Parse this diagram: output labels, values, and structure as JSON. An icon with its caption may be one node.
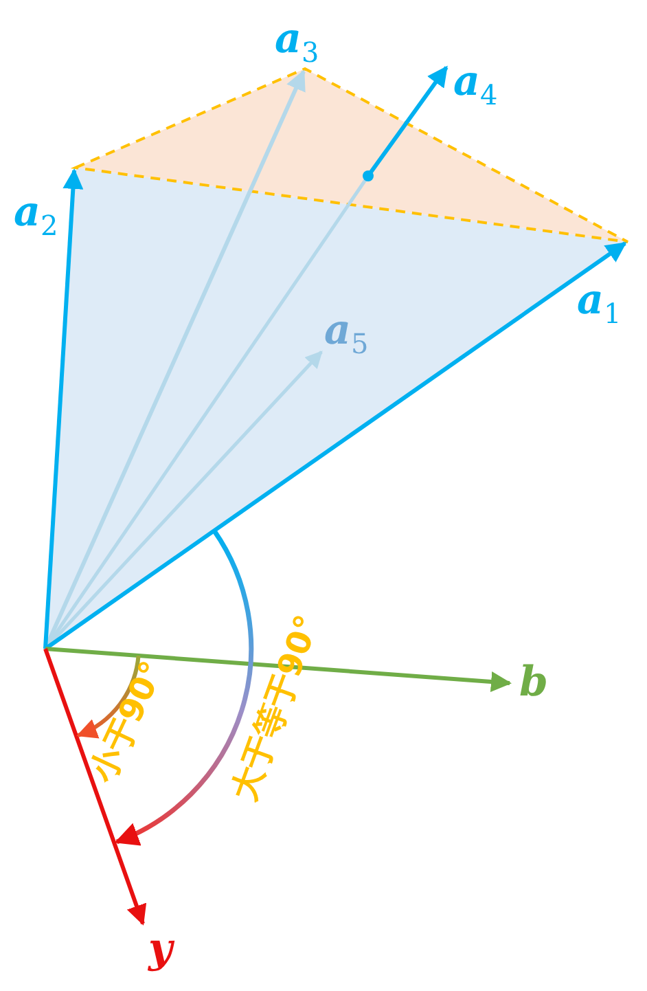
{
  "diagram": {
    "labels": [
      "a$_{3}$",
      "a$_{4}$",
      "a$_{2}$",
      "a$_{1}$",
      "a$_{5}$",
      "b",
      "小于90°",
      "大于等于90°",
      "y"
    ]
  }
}
